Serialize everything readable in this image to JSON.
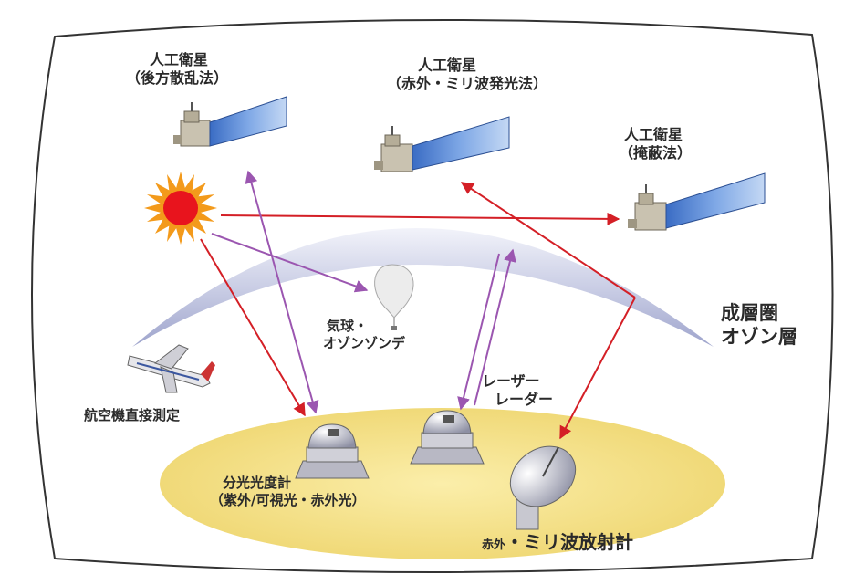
{
  "satellites": [
    {
      "name": "人工衛星",
      "method": "（後方散乱法）"
    },
    {
      "name": "人工衛星",
      "method": "（赤外・ミリ波発光法）"
    },
    {
      "name": "人工衛星",
      "method": "（掩蔽法）"
    }
  ],
  "stratosphere": {
    "line1": "成層圏",
    "line2": "オゾン層"
  },
  "balloon": {
    "line1": "気球・",
    "line2": "オゾンゾンデ"
  },
  "aircraft": "航空機直接測定",
  "lidar": {
    "line1": "レーザー",
    "line2": "レーダー"
  },
  "spectrometer": {
    "line1": "分光光度計",
    "line2": "（紫外/可視光・赤外光）"
  },
  "radiometer": {
    "prefix": "赤外",
    "main": "・ミリ波放射計"
  },
  "colors": {
    "arrow_red": "#d41f26",
    "arrow_purple": "#9b56b0",
    "ozone_layer": "#b9bedc",
    "ground": "#f3df82",
    "sun_core": "#e8141d",
    "sun_rays": "#f39a1b",
    "panel": "#4d7fd0"
  }
}
